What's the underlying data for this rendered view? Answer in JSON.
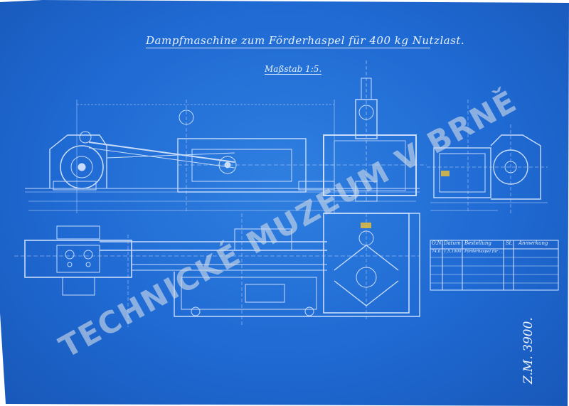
{
  "document": {
    "title": "Dampfmaschine zum Förderhaspel für 400 kg Nutzlast.",
    "scale": "Maßstab 1:5.",
    "watermark": "TECHNICKÉ MUZEUM V BRNĚ",
    "catalog_number": "Z.M. 3900."
  },
  "order_table": {
    "columns": [
      "O.N.",
      "Datum",
      "Bestellung",
      "St.",
      "Anmerkung"
    ],
    "rows": [
      [
        "74.0.",
        "1.5.1900",
        "Förderhaspel für ...",
        "",
        ""
      ]
    ]
  },
  "colors": {
    "paper": "#1f6ad3",
    "lines": "#dbe8ff",
    "watermark": "#cdd9e8",
    "highlight": "#f0c030"
  }
}
